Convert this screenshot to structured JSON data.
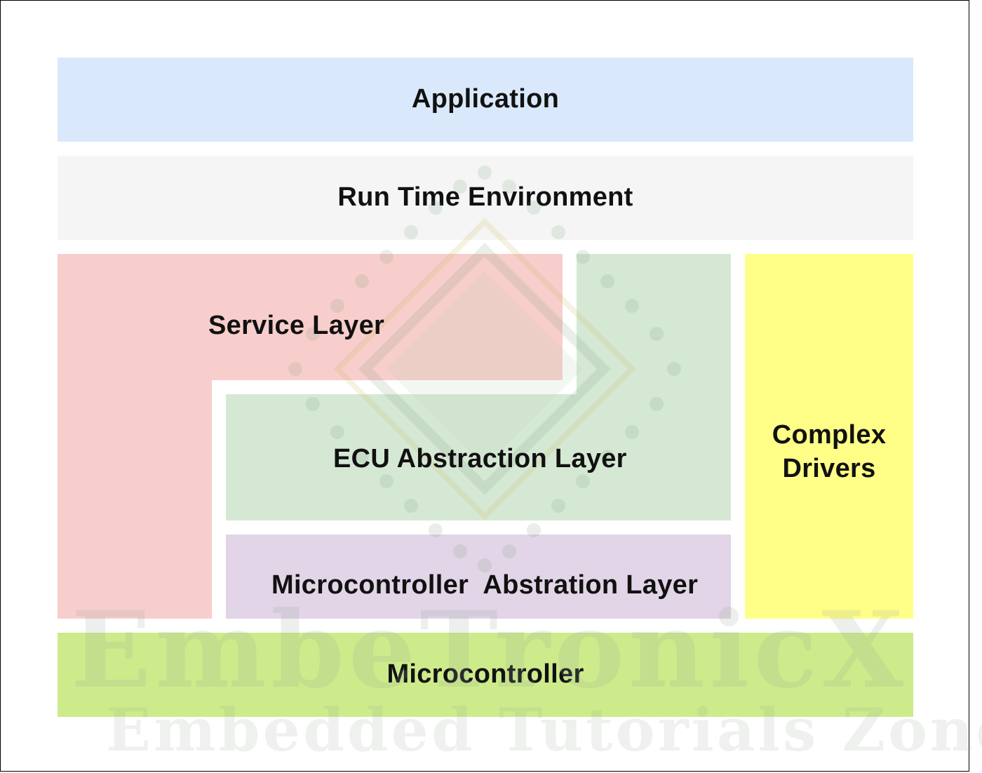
{
  "diagram": {
    "layers": {
      "application": "Application",
      "rte": "Run Time Environment",
      "service": "Service Layer",
      "ecu_abstraction": "ECU Abstraction Layer",
      "mcal": "Microcontroller  Abstration Layer",
      "complex_drivers": "Complex\nDrivers",
      "microcontroller": "Microcontroller"
    },
    "colors": {
      "application": "#dae8fc",
      "rte": "#f5f5f5",
      "service": "#f8cecc",
      "ecu_abstraction": "#d5e8d4",
      "mcal": "#e1d5e7",
      "complex_drivers": "#ffff88",
      "microcontroller": "#cdeb8b"
    }
  },
  "watermark": {
    "brand": "EmbeTronicX",
    "tagline": "Embedded Tutorials Zone",
    "logo_icon": "chip-diamond-icon"
  }
}
